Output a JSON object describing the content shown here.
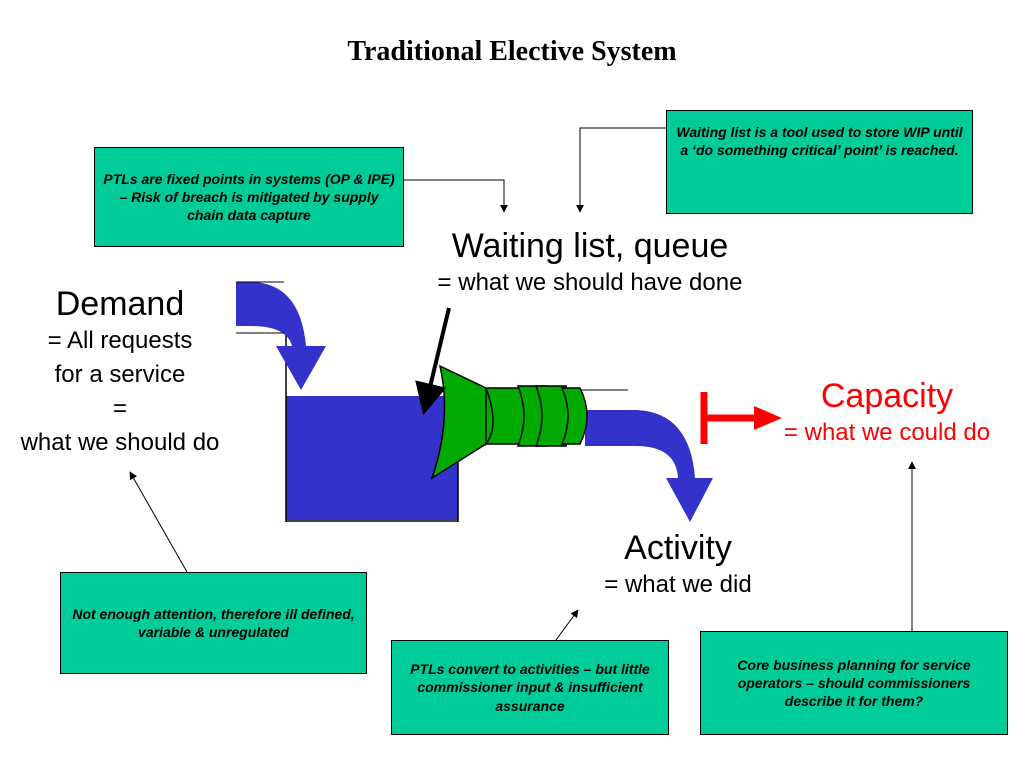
{
  "title": "Traditional Elective System",
  "colors": {
    "note_fill": "#00cc99",
    "tank_fill": "#3333cc",
    "funnel_fill": "#00aa00",
    "capacity_red": "#ff0000"
  },
  "notes": {
    "ptl_fixed": "PTLs are fixed points in systems (OP & IPE) – Risk of breach is mitigated by supply chain data capture",
    "waiting_tool": "Waiting list is a tool used to store WIP until a ‘do something critical’ point’ is reached.",
    "not_enough": "Not enough attention, therefore ill defined, variable & unregulated",
    "ptl_convert": "PTLs convert to activities – but little commissioner input & insufficient assurance",
    "core_business": "Core business planning for service operators – should commissioners describe it for them?"
  },
  "labels": {
    "demand": {
      "heading": "Demand",
      "line1": "= All requests",
      "line2": "for a service",
      "line3": "=",
      "line4": "what we should do"
    },
    "waiting": {
      "heading": "Waiting list, queue",
      "sub": "= what we should have done"
    },
    "capacity": {
      "heading": "Capacity",
      "sub": "= what we could do"
    },
    "activity": {
      "heading": "Activity",
      "sub": "= what we did"
    }
  }
}
